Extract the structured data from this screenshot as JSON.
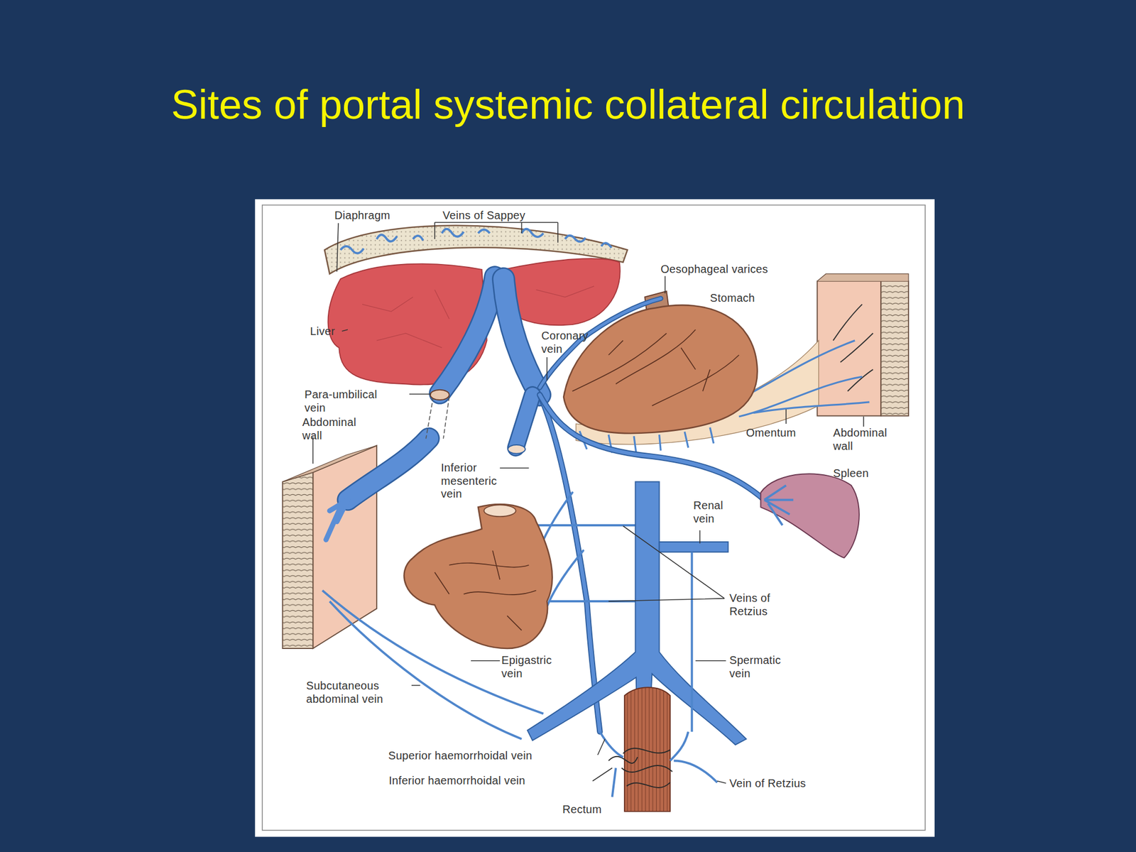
{
  "diagram": {
    "title": "Sites of portal systemic collateral circulation",
    "labels": [
      "Diaphragm",
      "Veins of Sappey",
      "Oesophageal varices",
      "Stomach",
      "Liver",
      "Coronary vein",
      "Para-umbilical vein",
      "Abdominal wall",
      "Omentum",
      "Abdominal wall",
      "Inferior mesenteric vein",
      "Spleen",
      "Renal vein",
      "Veins of Retzius",
      "Epigastric vein",
      "Spermatic vein",
      "Subcutaneous abdominal vein",
      "Superior haemorrhoidal vein",
      "Inferior haemorrhoidal vein",
      "Vein of Retzius",
      "Rectum"
    ]
  }
}
